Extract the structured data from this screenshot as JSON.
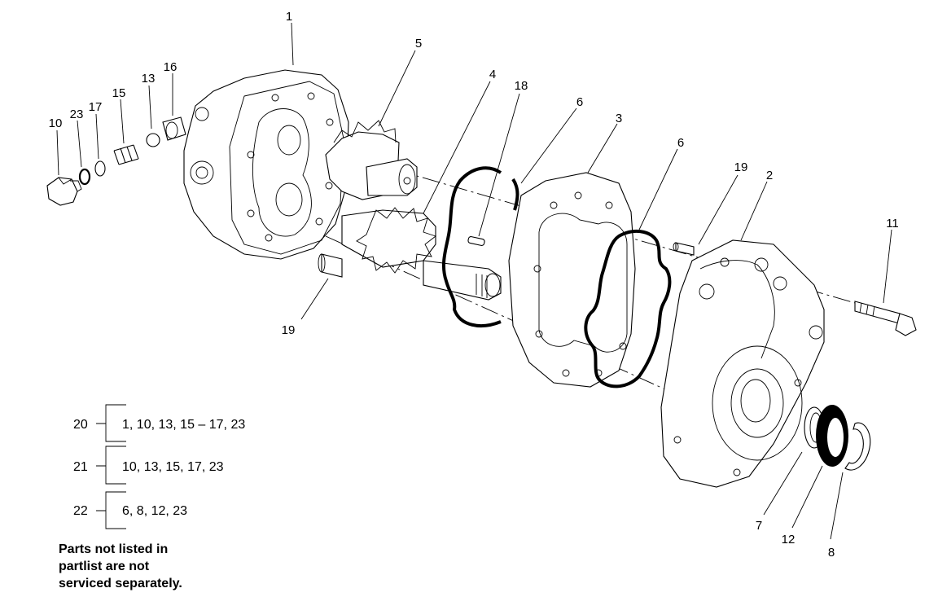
{
  "callouts": {
    "c1": "1",
    "c2": "2",
    "c3": "3",
    "c4": "4",
    "c5": "5",
    "c6a": "6",
    "c6b": "6",
    "c7": "7",
    "c8": "8",
    "c10": "10",
    "c11": "11",
    "c12": "12",
    "c13": "13",
    "c15": "15",
    "c16": "16",
    "c17": "17",
    "c18": "18",
    "c19a": "19",
    "c19b": "19",
    "c23": "23"
  },
  "kits": [
    {
      "id": "20",
      "parts": "1, 10, 13, 15 – 17, 23"
    },
    {
      "id": "21",
      "parts": "10, 13, 15, 17, 23"
    },
    {
      "id": "22",
      "parts": "6, 8, 12, 23"
    }
  ],
  "note": {
    "line1": "Parts not listed in",
    "line2": "partlist are not",
    "line3": "serviced separately."
  }
}
